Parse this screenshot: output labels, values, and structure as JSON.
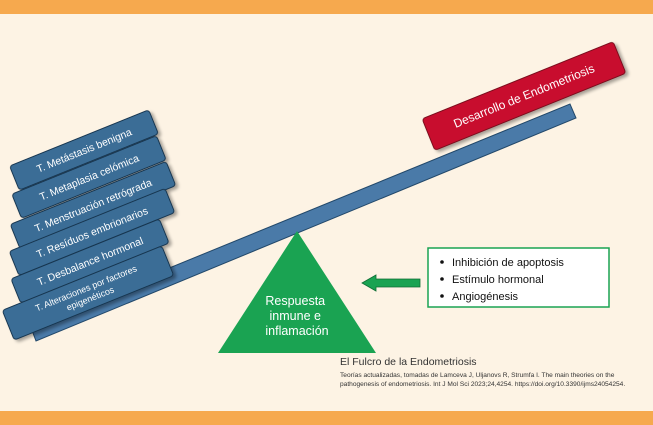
{
  "theories": [
    "T. Metástasis benigna",
    "T. Metaplasia celómica",
    "T. Menstruación retrógrada",
    "T. Resíduos embrionarios",
    "T. Desbalance hormonal",
    "T. Alteraciones por factores epigenéticos"
  ],
  "outcome": {
    "label": "Desarrollo de Endometriosis"
  },
  "fulcrum": {
    "line1": "Respuesta",
    "line2": "inmune e",
    "line3": "inflamación"
  },
  "factors": [
    "Inhibición de apoptosis",
    "Estímulo hormonal",
    "Angiogénesis"
  ],
  "caption": {
    "title": "El Fulcro de la Endometriosis",
    "reference": "Teorías actualizadas, tomadas de Lamceva J, Uljanovs R, Strumfa I. The main theories on the pathogenesis of endometriosis. Int J Mol Sci 2023;24,4254. https://doi.org/10.3390/ijms24054254."
  },
  "colors": {
    "box_blue": "#3a6d96",
    "beam_blue": "#4a7aa8",
    "outcome_red": "#c8102e",
    "fulcrum_green": "#1aa352",
    "band_orange": "#f6a94e",
    "background": "#fdf3e4"
  }
}
